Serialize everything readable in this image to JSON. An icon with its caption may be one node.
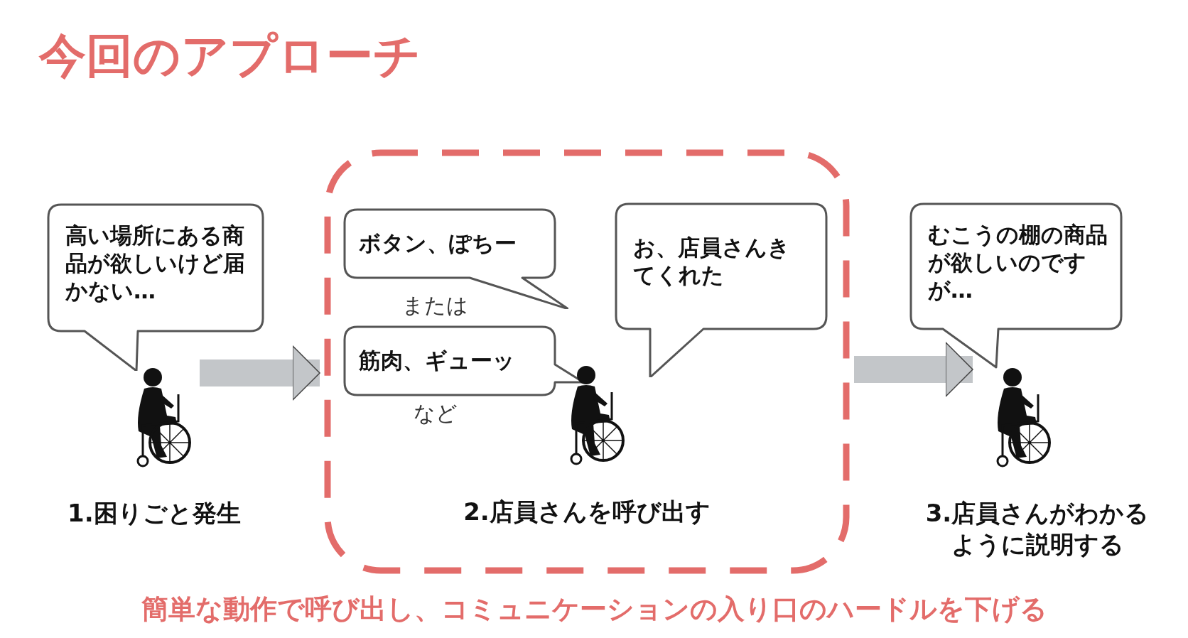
{
  "diagram": {
    "title": "今回のアプローチ",
    "caption": "簡単な動作で呼び出し、コミュニケーションの入り口のハードルを下げる",
    "nodes": [
      {
        "text": [
          "高い場所にある商品が欲しいけど届かない…"
        ]
      },
      {
        "text": [],
        "shape": "person",
        "beside": [
          "1.困りごと発生"
        ]
      },
      {
        "text": [
          "2.店員さんを呼び出す"
        ]
      },
      {
        "text": [
          "ボタン、ぽちー"
        ],
        "in": 2
      },
      {
        "text": [
          "筋肉、ギューッ"
        ],
        "in": 2
      },
      {
        "text": [
          "お、店員さんきてくれた"
        ],
        "in": 2
      },
      {
        "text": [],
        "shape": "person",
        "in": 2
      },
      {
        "text": [
          "むこうの棚の商品が欲しいのですが…"
        ]
      },
      {
        "text": [],
        "shape": "person",
        "beside": [
          "3.店員さんがわかるように説明する"
        ]
      }
    ],
    "edges": [
      {
        "from": 1,
        "to": 2,
        "arrow": "to"
      },
      {
        "from": 2,
        "to": 8,
        "arrow": "to"
      }
    ],
    "labels": [
      "または",
      "など"
    ]
  }
}
